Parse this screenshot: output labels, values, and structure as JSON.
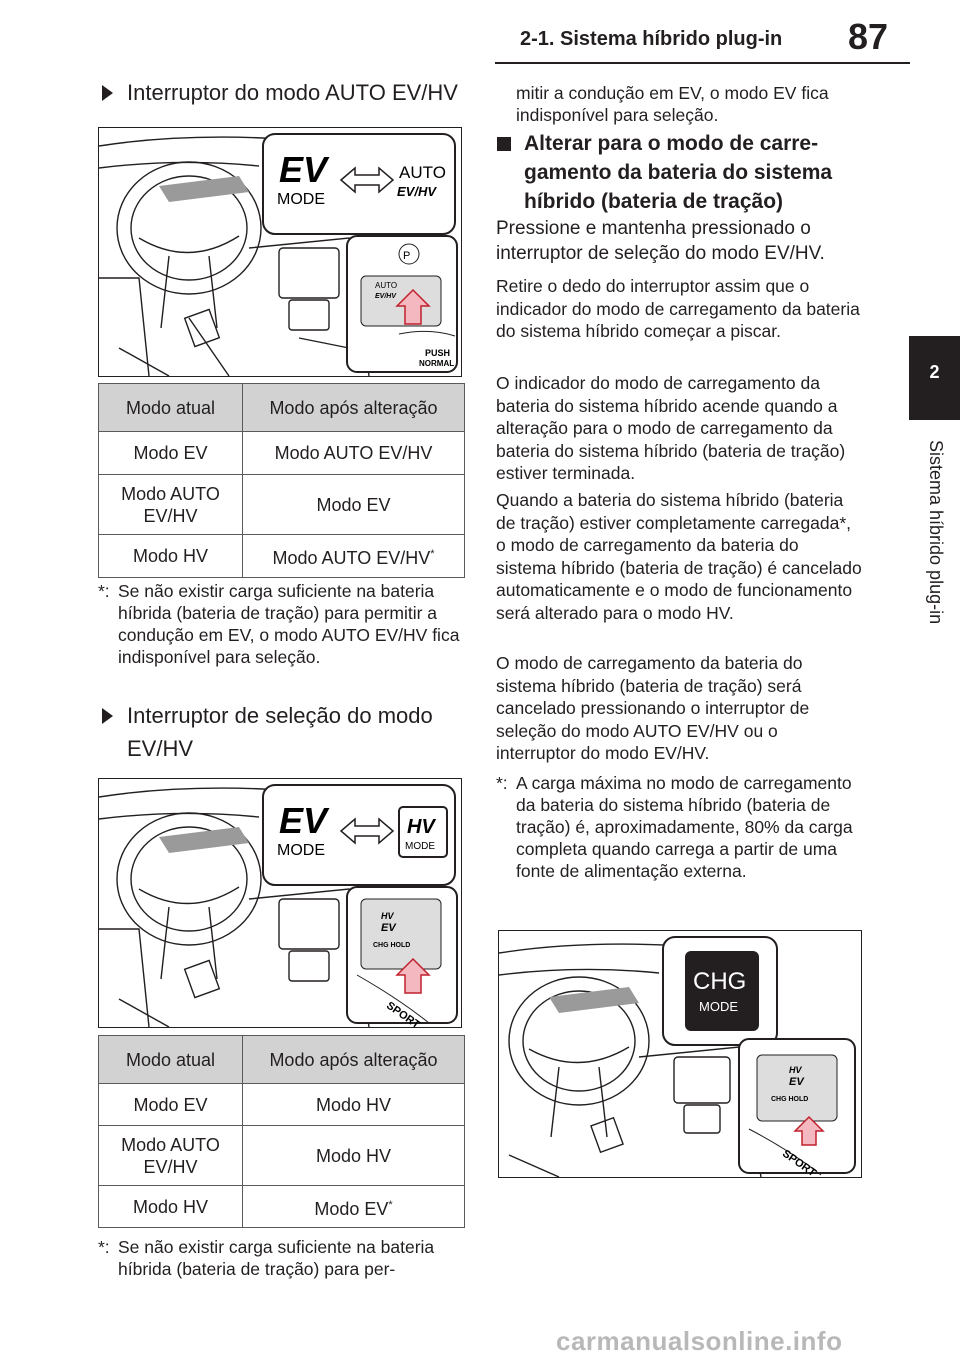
{
  "header": {
    "section_title": "2-1. Sistema híbrido plug-in",
    "page_number": "87"
  },
  "side_tab": {
    "chapter_number": "2",
    "chapter_title": "Sistema híbrido plug-in"
  },
  "left_column": {
    "bullet1": "Interruptor do modo AUTO EV/HV",
    "figure1": {
      "callout_ev": "EV",
      "callout_mode": "MODE",
      "callout_auto": "AUTO",
      "callout_auto_sub": "EV/HV",
      "inset_auto": "AUTO",
      "inset_auto_sub": "EV/HV",
      "inset_push": "PUSH",
      "inset_normal": "NORMAL"
    },
    "table1": {
      "headers": [
        "Modo atual",
        "Modo após alteração"
      ],
      "rows": [
        [
          "Modo EV",
          "Modo AUTO EV/HV"
        ],
        [
          "Modo AUTO EV/HV",
          "Modo EV"
        ],
        [
          "Modo HV",
          "Modo AUTO EV/HV"
        ]
      ],
      "footnote_mark": "*"
    },
    "note1_mark": "*:",
    "note1": "Se não existir carga suficiente na bateria híbrida (bateria de tração) para permitir a condução em EV, o modo AUTO EV/HV fica indisponível para seleção.",
    "bullet2": "Interruptor de seleção do modo EV/HV",
    "figure2": {
      "callout_ev": "EV",
      "callout_mode": "MODE",
      "callout_hv": "HV",
      "callout_hv_mode": "MODE",
      "inset_label": "CHG HOLD",
      "inset_hv": "HV",
      "inset_ev": "EV",
      "inset_sport": "SPORT"
    },
    "table2": {
      "headers": [
        "Modo atual",
        "Modo após alteração"
      ],
      "rows": [
        [
          "Modo EV",
          "Modo HV"
        ],
        [
          "Modo AUTO EV/HV",
          "Modo HV"
        ],
        [
          "Modo HV",
          "Modo EV"
        ]
      ],
      "footnote_mark": "*"
    },
    "note2_mark": "*:",
    "note2": "Se não existir carga suficiente na bateria híbrida (bateria de tração) para per-"
  },
  "right_column": {
    "cont_text": "mitir a condução em EV, o modo EV fica indisponível para seleção.",
    "heading": "Alterar para o modo de carregamento da bateria do sistema híbrido (bateria de tração)",
    "heading_lines": [
      "Alterar para o modo de carre-",
      "gamento da bateria do sistema",
      "híbrido (bateria de tração)"
    ],
    "para1": "Pressione e mantenha pressionado o interruptor de seleção do modo EV/HV.",
    "para2": "Retire o dedo do interruptor assim que o indicador do modo de carregamento da bateria do sistema híbrido começar a piscar.",
    "para3": "O indicador do modo de carregamento da bateria do sistema híbrido acende quando a alteração para o modo de carregamento da bateria do sistema híbrido (bateria de tração) estiver terminada.",
    "para4": "Quando a bateria do sistema híbrido (bateria de tração) estiver completamente carregada*, o modo de carregamento da bateria do sistema híbrido (bateria de tração) é cancelado automaticamente e o modo de funcionamento será alterado para o modo HV.",
    "para5": "O modo de carregamento da bateria do sistema híbrido (bateria de tração) será cancelado pressionando o interruptor de seleção do modo AUTO EV/HV ou o interruptor do modo EV/HV.",
    "note_mark": "*:",
    "note": "A carga máxima no modo de carregamento da bateria do sistema híbrido (bateria de tração) é, aproximadamente, 80% da carga completa quando carrega a partir de uma fonte de alimentação externa.",
    "figure3": {
      "callout_chg": "CHG",
      "callout_mode": "MODE",
      "inset_label": "CHG HOLD",
      "inset_hv": "HV",
      "inset_ev": "EV",
      "inset_sport": "SPORT"
    }
  },
  "watermark": "carmanualsonline.info"
}
